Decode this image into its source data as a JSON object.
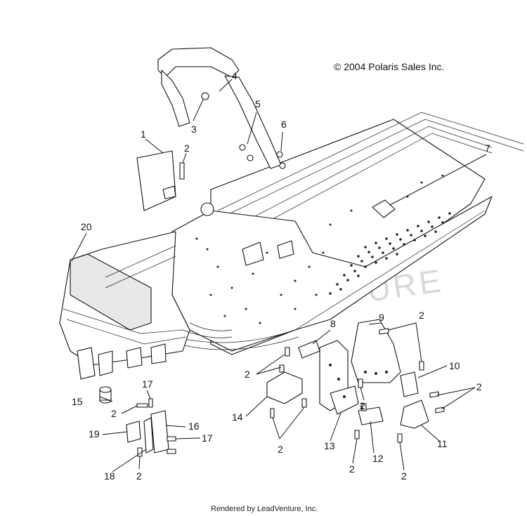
{
  "copyright": "© 2004 Polaris Sales Inc.",
  "footer": "Rendered by LeadVenture, Inc.",
  "watermark": "LEADVENTURE",
  "callouts": {
    "c1": "1",
    "c2a": "2",
    "c3": "3",
    "c4": "4",
    "c5": "5",
    "c6": "6",
    "c7": "7",
    "c20": "20",
    "c9": "9",
    "c2b": "2",
    "c8": "8",
    "c2c": "2",
    "c10": "10",
    "c17a": "17",
    "c15": "15",
    "c2d": "2",
    "c14": "14",
    "c2e": "2",
    "c2f": "2",
    "c16": "16",
    "c19": "19",
    "c17b": "17",
    "c13": "13",
    "c12": "12",
    "c11": "11",
    "c2g": "2",
    "c18": "18",
    "c2h": "2",
    "c2i": "2",
    "c2j": "2"
  }
}
